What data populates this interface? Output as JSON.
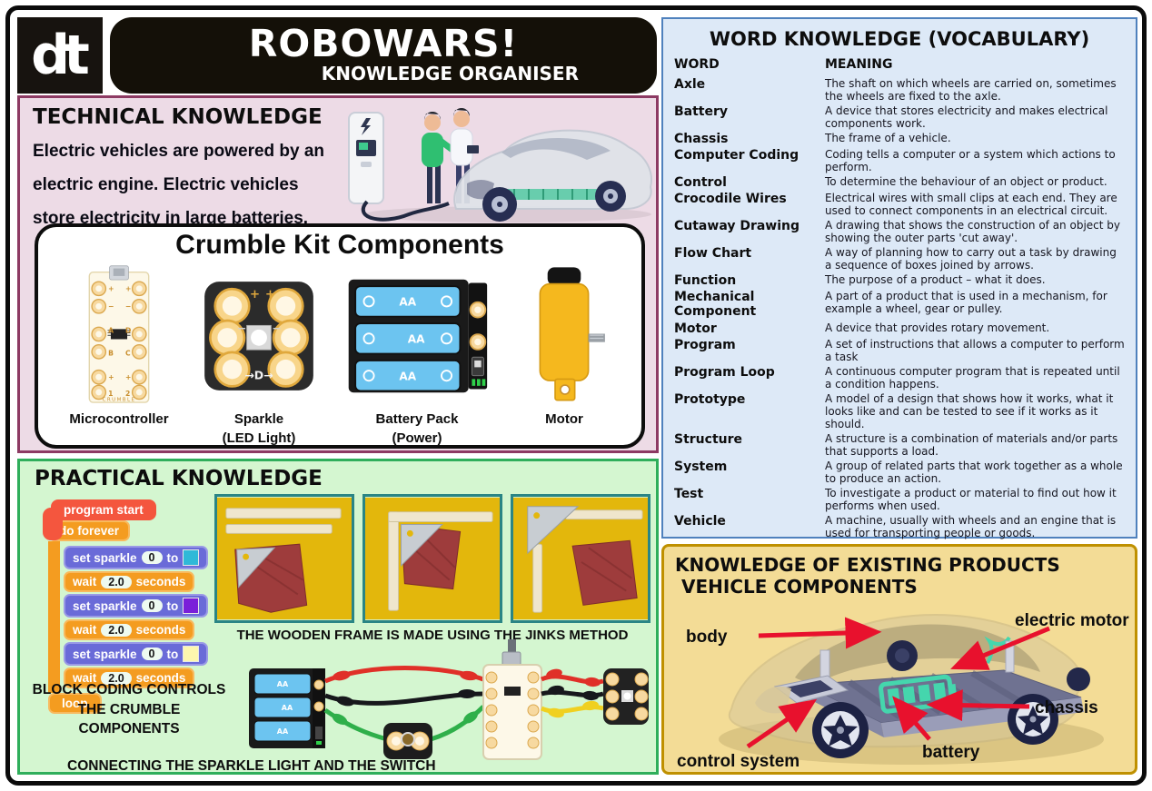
{
  "header": {
    "logo_text": "dt",
    "title": "ROBOWARS!",
    "subtitle": "KNOWLEDGE ORGANISER"
  },
  "technical": {
    "heading": "TECHNICAL KNOWLEDGE",
    "line1": "Electric vehicles  are powered by an",
    "line2": "electric engine. Electric vehicles",
    "line3": "store electricity in large batteries.",
    "kit": {
      "title": "Crumble Kit Components",
      "micro_label": "Microcontroller",
      "micro_brand": "CRUMBLE",
      "pins_left": [
        "+",
        "−",
        "A",
        "B",
        "+",
        "1"
      ],
      "pins_right": [
        "+",
        "−",
        "D",
        "C",
        "+",
        "2"
      ],
      "sparkle_label1": "Sparkle",
      "sparkle_label2": "(LED Light)",
      "sparkle_marking": "→D→",
      "sparkle_plus": "+",
      "sparkle_minus": "−",
      "battery_label1": "Battery Pack",
      "battery_label2": "(Power)",
      "battery_cell": "AA",
      "motor_label": "Motor"
    }
  },
  "practical": {
    "heading": "PRACTICAL KNOWLEDGE",
    "code": {
      "start": "program start",
      "forever": "do forever",
      "loop": "loop",
      "set_label": "set sparkle",
      "port": "0",
      "to": "to",
      "wait_label": "wait",
      "time": "2.0",
      "seconds": "seconds",
      "swatch_colors": [
        "#2fb9d8",
        "#7a1fd9",
        "#fdf6ae"
      ]
    },
    "jinks_caption": "THE WOODEN FRAME IS MADE USING THE JINKS METHOD",
    "coding_caption_line1": "BLOCK CODING CONTROLS",
    "coding_caption_line2": "THE CRUMBLE COMPONENTS",
    "connecting_caption": "CONNECTING THE SPARKLE LIGHT AND THE SWITCH"
  },
  "vocabulary": {
    "title": "WORD KNOWLEDGE (VOCABULARY)",
    "word_header": "WORD",
    "meaning_header": "MEANING",
    "rows": [
      {
        "word": "Axle",
        "meaning": "The shaft on which wheels are carried on, sometimes the wheels are fixed to the axle."
      },
      {
        "word": "Battery",
        "meaning": "A device that stores electricity and makes electrical components work."
      },
      {
        "word": "Chassis",
        "meaning": "The frame of a vehicle."
      },
      {
        "word": "Computer Coding",
        "meaning": "Coding tells a computer or a system which actions to perform."
      },
      {
        "word": "Control",
        "meaning": "To determine the behaviour of an object or product."
      },
      {
        "word": "Crocodile Wires",
        "meaning": "Electrical wires with small clips at each end. They are used to connect components in an electrical circuit."
      },
      {
        "word": "Cutaway Drawing",
        "meaning": "A drawing that shows the construction of an object by showing the outer parts 'cut away'."
      },
      {
        "word": "Flow Chart",
        "meaning": "A way of planning how to carry out a task by drawing a sequence of boxes joined by arrows."
      },
      {
        "word": "Function",
        "meaning": "The purpose of a product – what it does."
      },
      {
        "word": "Mechanical Component",
        "meaning": "A part of a product that is used in a mechanism, for example a wheel, gear or pulley."
      },
      {
        "word": "Motor",
        "meaning": "A device that provides rotary movement."
      },
      {
        "word": "Program",
        "meaning": "A set of instructions that allows a computer to perform a task"
      },
      {
        "word": "Program Loop",
        "meaning": "A continuous computer program that is repeated until a condition happens."
      },
      {
        "word": "Prototype",
        "meaning": "A model of a design that shows how it works, what it looks like and can be tested to see if it works as it should."
      },
      {
        "word": "Structure",
        "meaning": "A structure is a combination of materials and/or parts that supports a load."
      },
      {
        "word": "System",
        "meaning": "A group of related parts that work together as a whole to produce an action."
      },
      {
        "word": "Test",
        "meaning": "To investigate a product or material to find out how it performs when used."
      },
      {
        "word": "Vehicle",
        "meaning": "A machine, usually with wheels and an engine that is used for transporting people or goods."
      }
    ]
  },
  "products": {
    "title_line1": "KNOWLEDGE OF EXISTING PRODUCTS",
    "title_line2": "VEHICLE COMPONENTS",
    "label_body": "body",
    "label_motor": "electric motor",
    "label_chassis": "chassis",
    "label_battery": "battery",
    "label_control": "control system"
  },
  "accent_colors": {
    "technical_bg": "#eddbe6",
    "technical_border": "#8d3a63",
    "practical_bg": "#d4f6d0",
    "practical_border": "#2fae5b",
    "vocabulary_bg": "#dde9f7",
    "vocabulary_border": "#4f81bd",
    "products_bg": "#f3dc96",
    "products_border": "#bf9000",
    "arrow_red": "#e8112d"
  }
}
